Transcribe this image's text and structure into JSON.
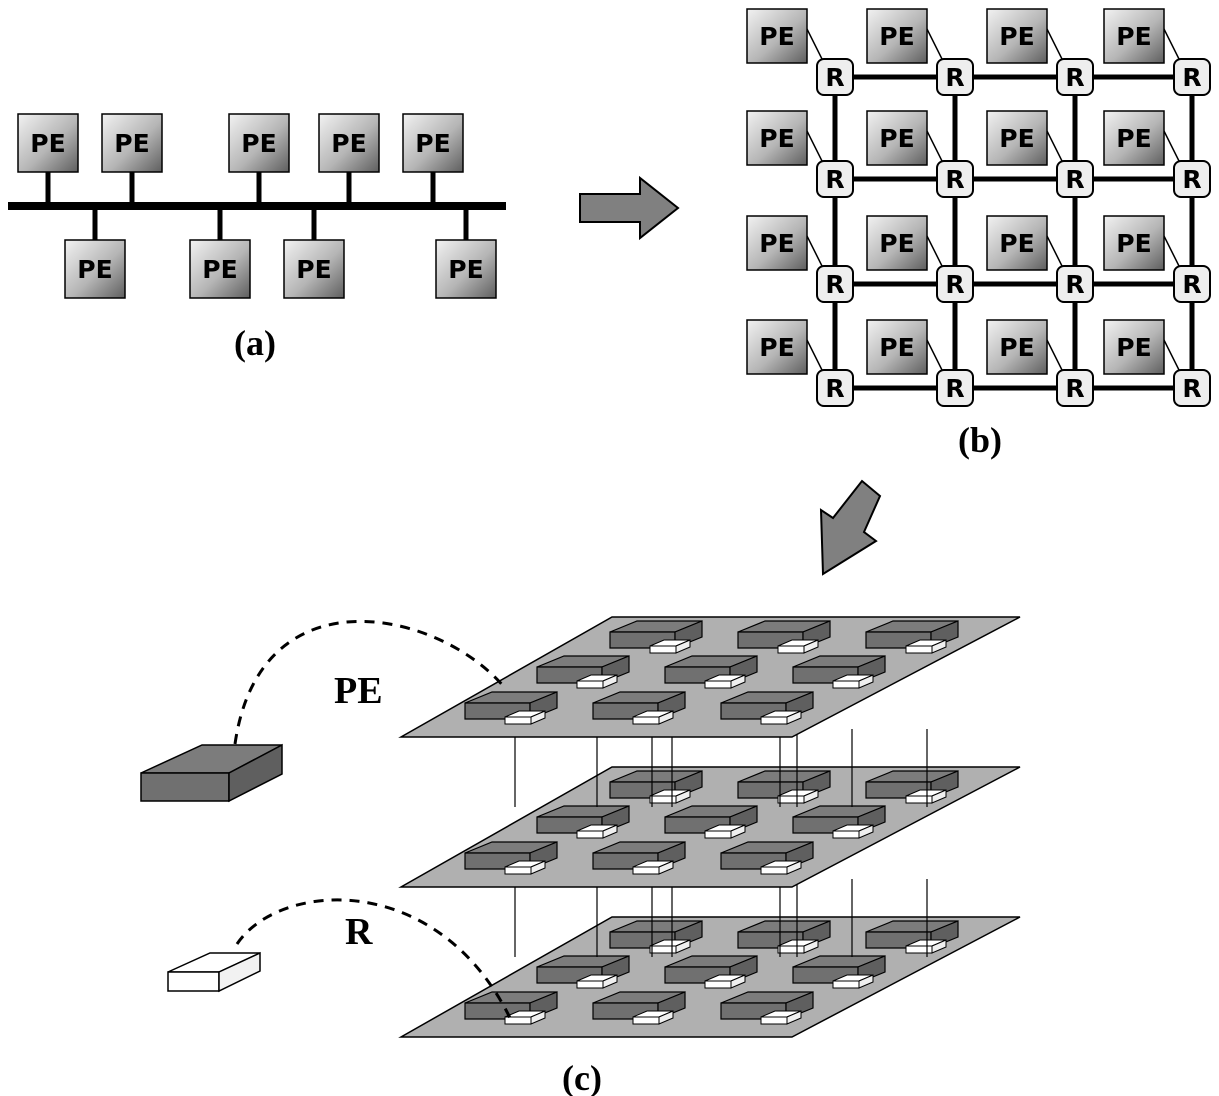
{
  "labels": {
    "pe": "PE",
    "router": "R"
  },
  "captions": {
    "a": "(a)",
    "b": "(b)",
    "c": "(c)"
  },
  "callouts": {
    "pe": "PE",
    "router": "R"
  },
  "colors": {
    "line": "#000000",
    "pe_box_light": "#eeeeee",
    "pe_box_dark": "#6a6a6a",
    "router_fill": "#eeeeee",
    "arrow_fill": "#808080",
    "layer_fill": "#b0b0b0",
    "pe_block_top": "#7c7c7c",
    "pe_block_front": "#707070",
    "router_block": "#ffffff"
  }
}
